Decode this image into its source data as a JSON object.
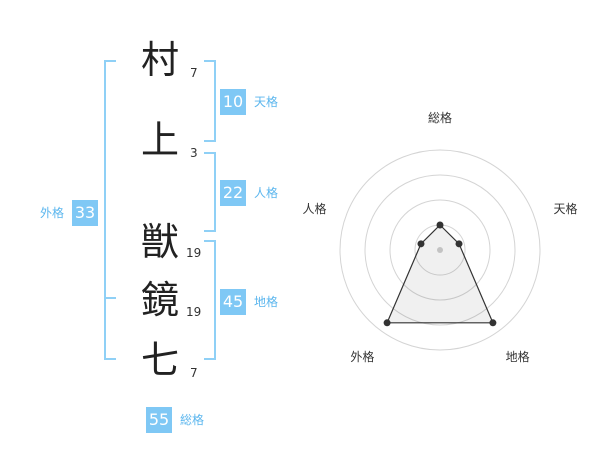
{
  "name": {
    "chars": [
      {
        "char": "村",
        "strokes": "7"
      },
      {
        "char": "上",
        "strokes": "3"
      },
      {
        "char": "獣",
        "strokes": "19"
      },
      {
        "char": "鏡",
        "strokes": "19"
      },
      {
        "char": "七",
        "strokes": "7"
      }
    ]
  },
  "fortunes": {
    "tenkaku": {
      "value": "10",
      "label": "天格"
    },
    "jinkaku": {
      "value": "22",
      "label": "人格"
    },
    "chikaku": {
      "value": "45",
      "label": "地格"
    },
    "gaikaku": {
      "value": "33",
      "label": "外格"
    },
    "soukaku": {
      "value": "55",
      "label": "総格"
    }
  },
  "colors": {
    "accent": "#7fc8f5",
    "bracket": "#8fd0f6",
    "accent_text": "#5bb6ee"
  },
  "chart_data": {
    "type": "radar",
    "axes": [
      "総格",
      "天格",
      "地格",
      "外格",
      "人格"
    ],
    "values": [
      0.25,
      0.2,
      0.9,
      0.9,
      0.2
    ],
    "rings": 4,
    "max": 1
  }
}
